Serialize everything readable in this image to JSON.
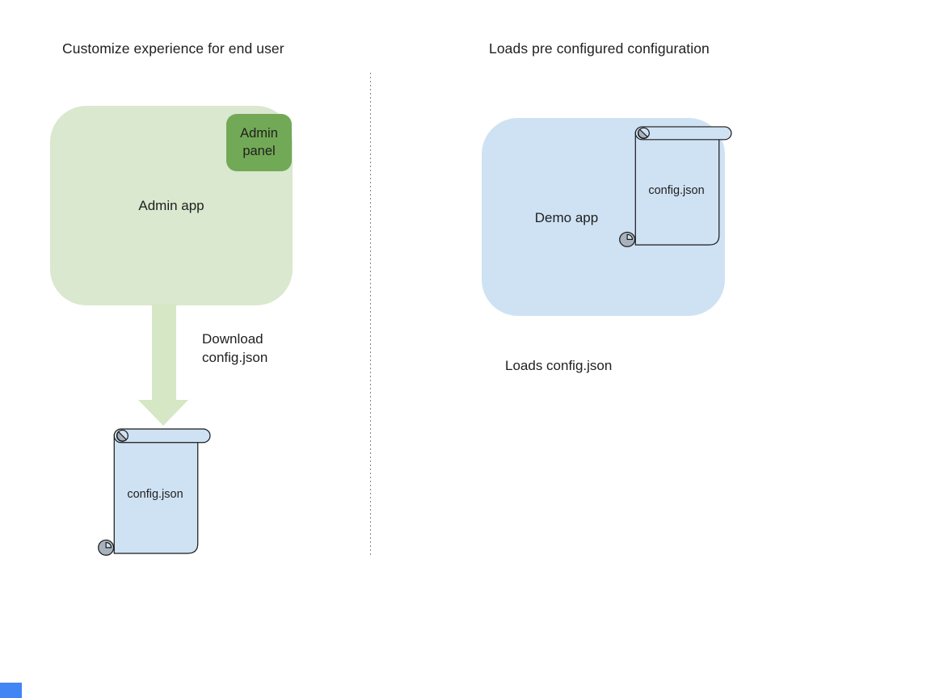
{
  "colors": {
    "app-box-green": "#d9e8ce",
    "admin-panel-green": "#72a956",
    "arrow-green": "#d5e7c4",
    "app-box-blue": "#cfe2f3",
    "scroll-blue": "#cfe2f3",
    "scroll-shade-gray": "#a8b2bd",
    "outline-dark": "#1a1a1a",
    "divider-gray": "#828282",
    "text-dark": "#1f1f1f",
    "corner-blue": "#4285f4"
  },
  "left_section": {
    "title": "Customize experience for end user",
    "admin_app_label": "Admin app",
    "admin_panel_label": "Admin panel",
    "arrow_label": "Download\nconfig.json",
    "config_file_label": "config.json"
  },
  "right_section": {
    "title": "Loads pre configured configuration",
    "demo_app_label": "Demo app",
    "config_file_label": "config.json",
    "caption": "Loads config.json"
  }
}
